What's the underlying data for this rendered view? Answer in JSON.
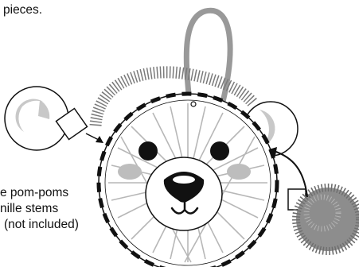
{
  "instructions": {
    "top_line": "pieces.",
    "bottom_lines": [
      "e pom-poms",
      "nille stems",
      "(not included)"
    ]
  },
  "colors": {
    "outline": "#111111",
    "gray_fill": "#c8c8c8",
    "cheek": "#bdbdbd",
    "string": "#999999",
    "eye": "#111111"
  },
  "parts": {
    "hanger": "gray-string-loop",
    "stem": "fuzzy-pipe-cleaner",
    "face": "lace-bear-face",
    "left_ear": "ear-piece-with-tab",
    "right_ear": "attached-ear",
    "pom_pom": "gray-pom-pom"
  }
}
